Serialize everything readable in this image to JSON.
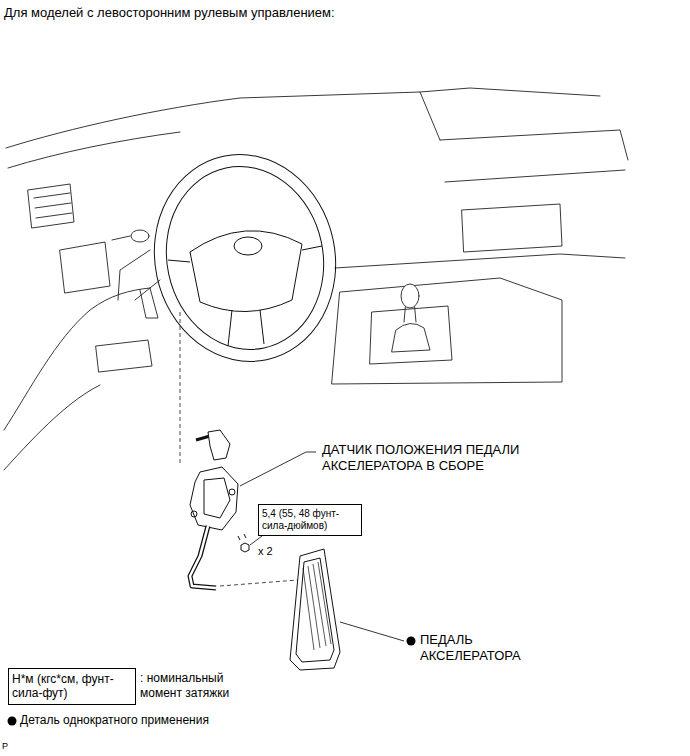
{
  "diagram": {
    "title": "Для моделей с левосторонним рулевым управлением:",
    "nodes": [
      {
        "text": [
          "5,4 (55, 48 фунт-сила-дюймов)"
        ]
      },
      {
        "text": [
          "Н*м (кгс*см, фунт-сила-фут)"
        ]
      }
    ],
    "edges": [],
    "labels": [
      "ДАТЧИК ПОЛОЖЕНИЯ ПЕДАЛИ АКСЕЛЕРАТОРА В СБОРЕ",
      "x 2",
      "ПЕДАЛЬ АКСЕЛЕРАТОРА",
      "P"
    ],
    "legend": [
      {
        "text": ": номинальный момент затяжки"
      },
      {
        "text": "Деталь однократного применения"
      }
    ]
  }
}
